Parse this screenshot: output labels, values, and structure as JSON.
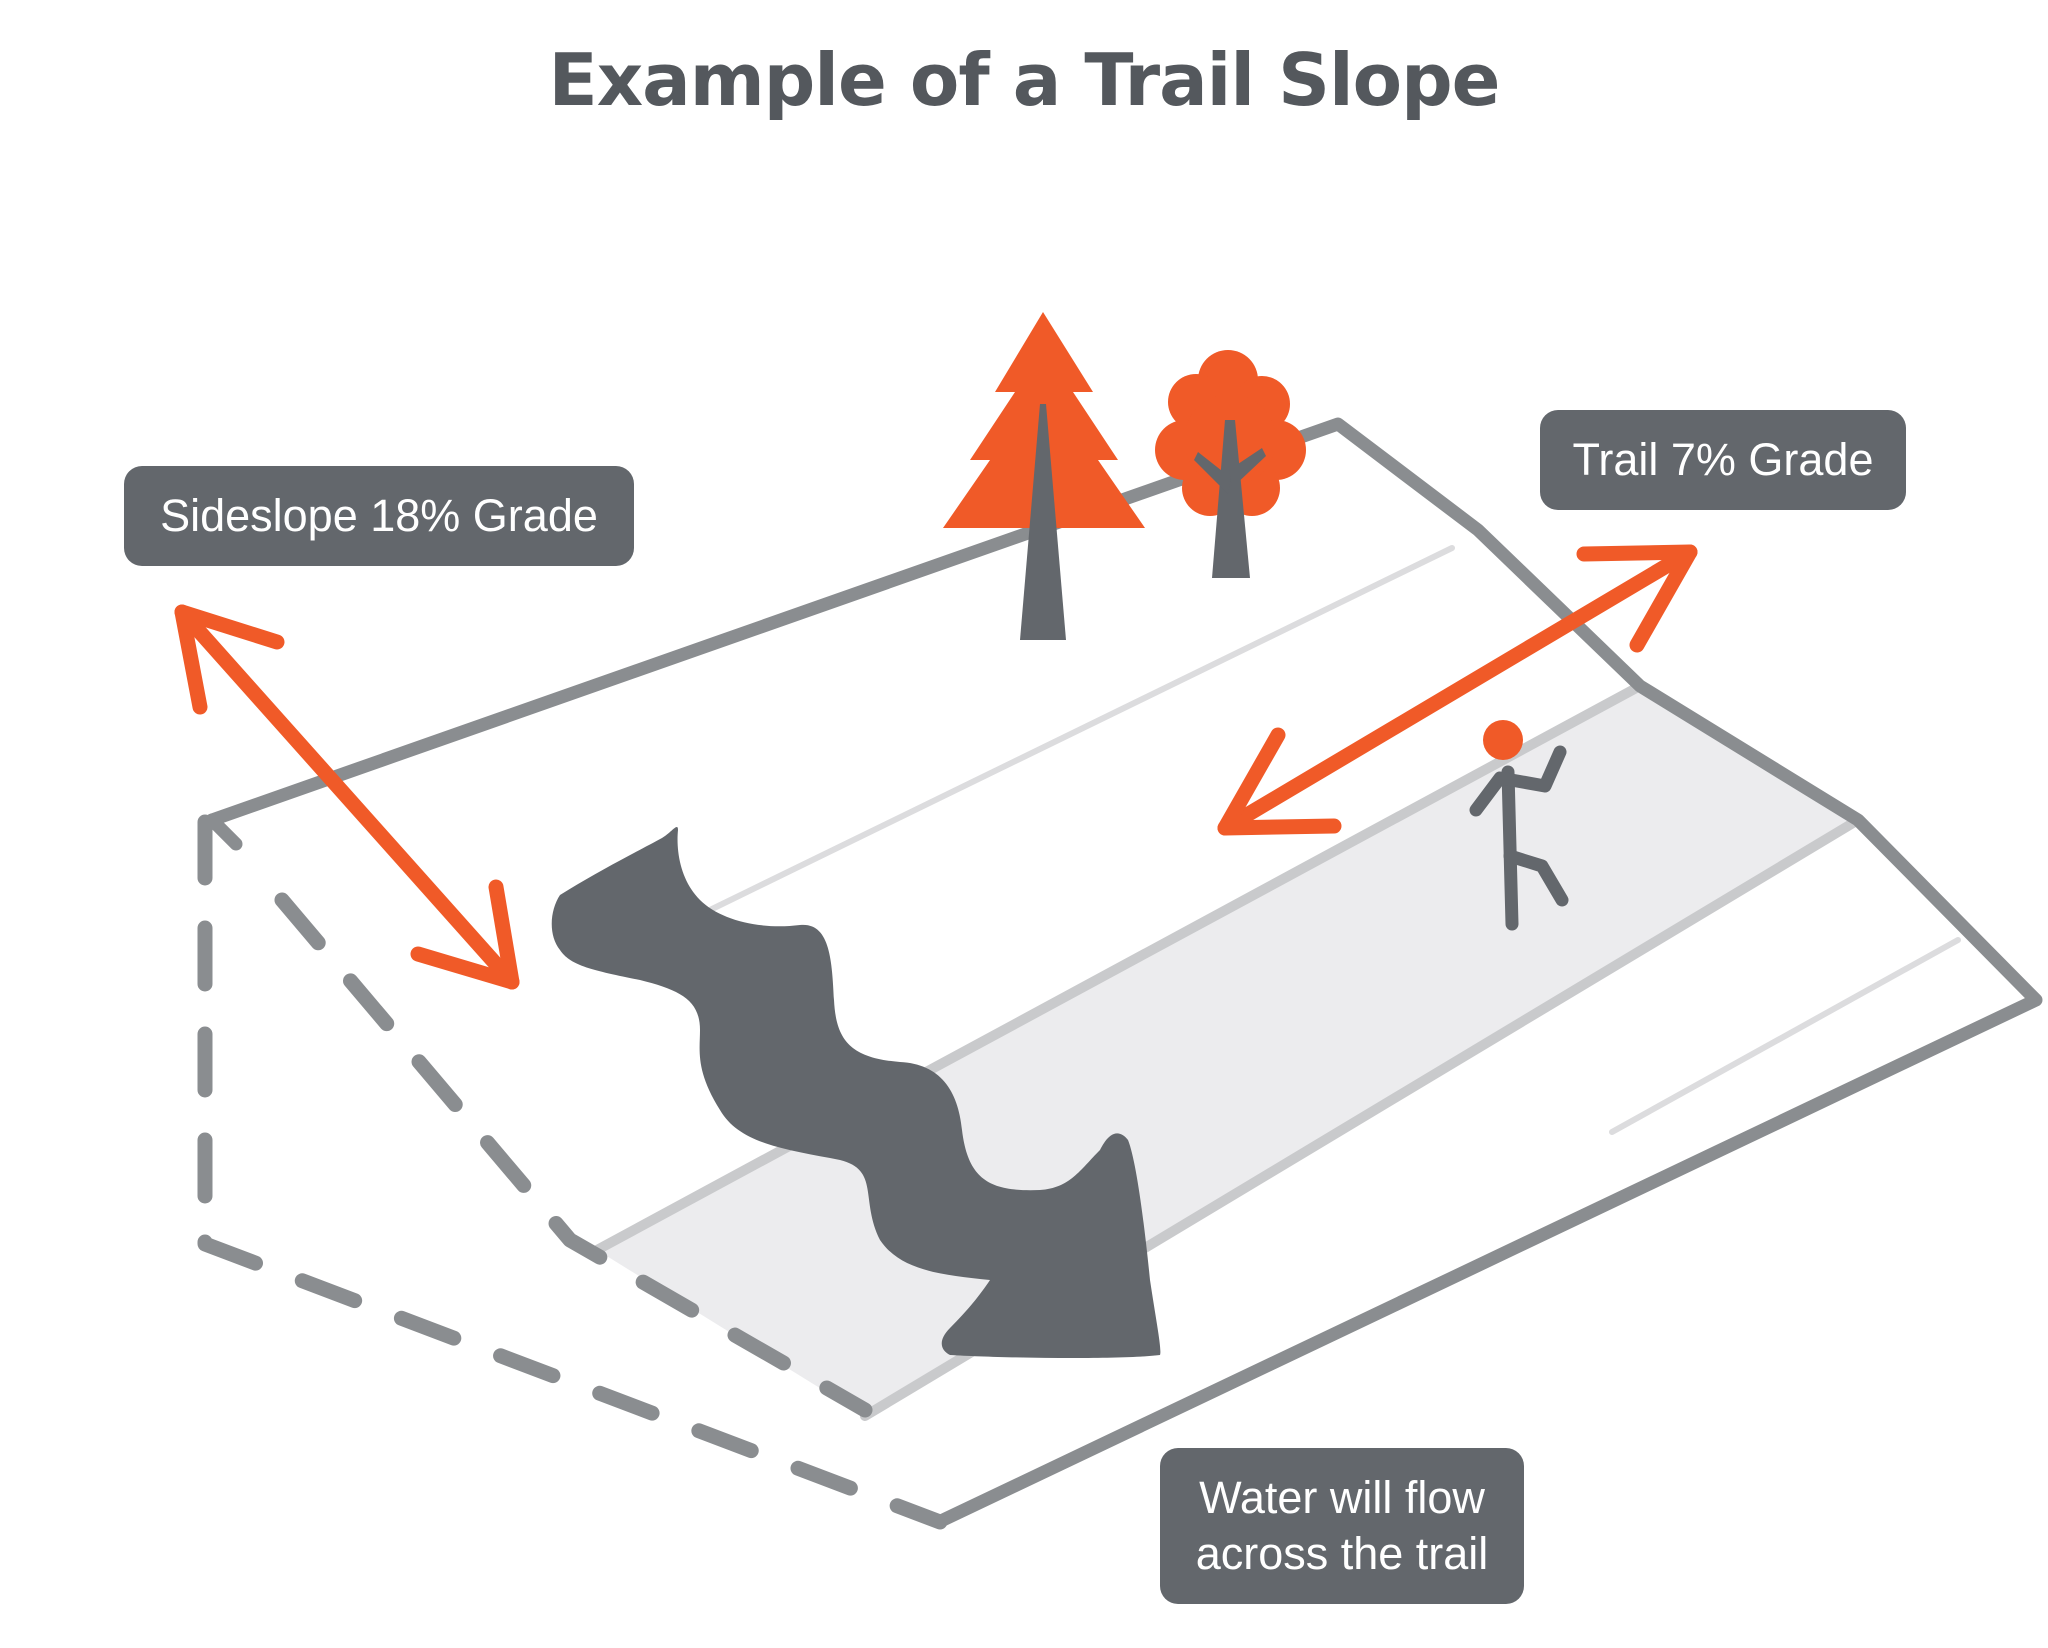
{
  "title": "Example of a Trail Slope",
  "labels": {
    "sideslope": "Sideslope 18% Grade",
    "trail_grade": "Trail 7% Grade",
    "water_flow": "Water will flow across the trail"
  },
  "colors": {
    "outline": "#8a8d90",
    "accent": "#f05a28",
    "dark": "#63676c",
    "trail_fill": "#ececee",
    "label_bg": "#63676c",
    "label_text": "#ffffff"
  },
  "icons": [
    "conifer-tree-icon",
    "deciduous-tree-icon",
    "hiker-icon",
    "water-flow-icon"
  ]
}
